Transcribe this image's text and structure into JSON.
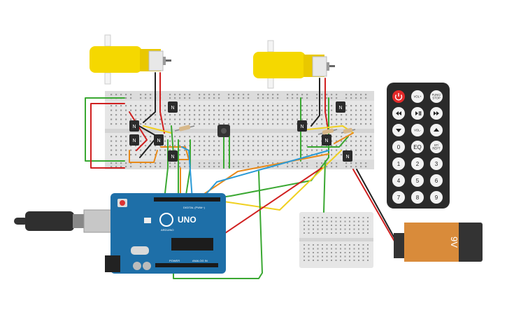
{
  "colors": {
    "breadboard": "#e6e6e6",
    "breadboard_hole": "#9a9a9a",
    "motor_yellow": "#f5d800",
    "arduino_blue": "#1e6fa8",
    "remote_body": "#2a2a2a",
    "remote_btn": "#f2f2f2",
    "power_btn": "#e32a2a",
    "battery_orange": "#d98b3a",
    "wire_green": "#3aa832",
    "wire_red": "#d02020",
    "wire_orange": "#e88a1a",
    "wire_yellow": "#f0d020",
    "wire_blue": "#2a9ad6",
    "wire_black": "#222222"
  },
  "transistor_label": "N",
  "arduino": {
    "brand": "ARDUINO",
    "model": "UNO",
    "digital_label": "DIGITAL (PWM~)",
    "power_label": "POWER",
    "analog_label": "ANALOG IN"
  },
  "battery": {
    "label": "9V"
  },
  "remote": {
    "buttons": [
      {
        "label": "",
        "icon": "power-icon"
      },
      {
        "label": "VOL+"
      },
      {
        "label": "FUNC/\nSTOP"
      },
      {
        "label": "",
        "icon": "rewind-icon"
      },
      {
        "label": "",
        "icon": "play-pause-icon"
      },
      {
        "label": "",
        "icon": "fast-forward-icon"
      },
      {
        "label": "",
        "icon": "down-icon"
      },
      {
        "label": "VOL-"
      },
      {
        "label": "",
        "icon": "up-icon"
      },
      {
        "label": "0"
      },
      {
        "label": "EQ"
      },
      {
        "label": "ST/\nREPT"
      },
      {
        "label": "1"
      },
      {
        "label": "2"
      },
      {
        "label": "3"
      },
      {
        "label": "4"
      },
      {
        "label": "5"
      },
      {
        "label": "6"
      },
      {
        "label": "7"
      },
      {
        "label": "8"
      },
      {
        "label": "9"
      }
    ]
  }
}
